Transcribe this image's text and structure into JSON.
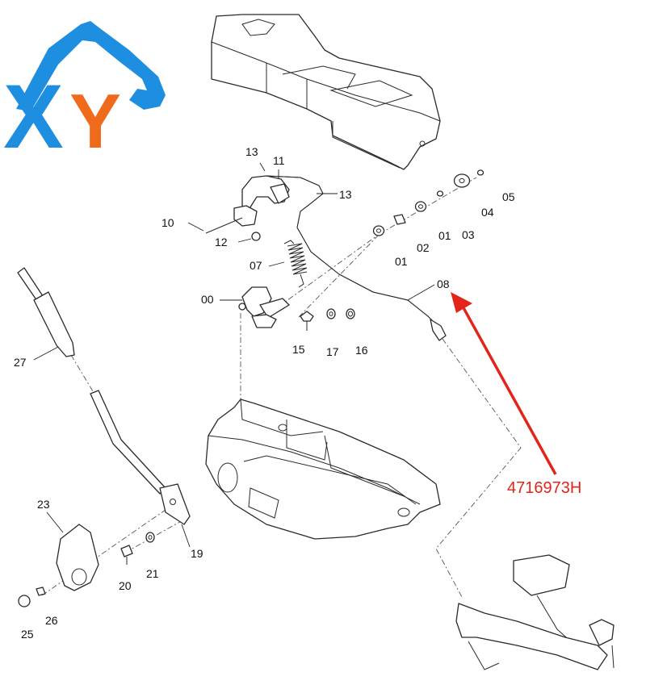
{
  "logo": {
    "letter_x": "X",
    "letter_y": "Y",
    "color_x": "#1e8fe0",
    "color_y": "#f06a1c",
    "color_arm": "#1e8fe0"
  },
  "callouts": {
    "c13a": "13",
    "c11": "11",
    "c13b": "13",
    "c10": "10",
    "c12": "12",
    "c07": "07",
    "c00": "00",
    "c15": "15",
    "c17": "17",
    "c16": "16",
    "c08": "08",
    "c01a": "01",
    "c02": "02",
    "c01b": "01",
    "c03": "03",
    "c04": "04",
    "c05": "05",
    "c27": "27",
    "c23": "23",
    "c19": "19",
    "c20": "20",
    "c21": "21",
    "c25": "25",
    "c26": "26"
  },
  "part_number": "4716973H",
  "accent_color": "#e3241b"
}
